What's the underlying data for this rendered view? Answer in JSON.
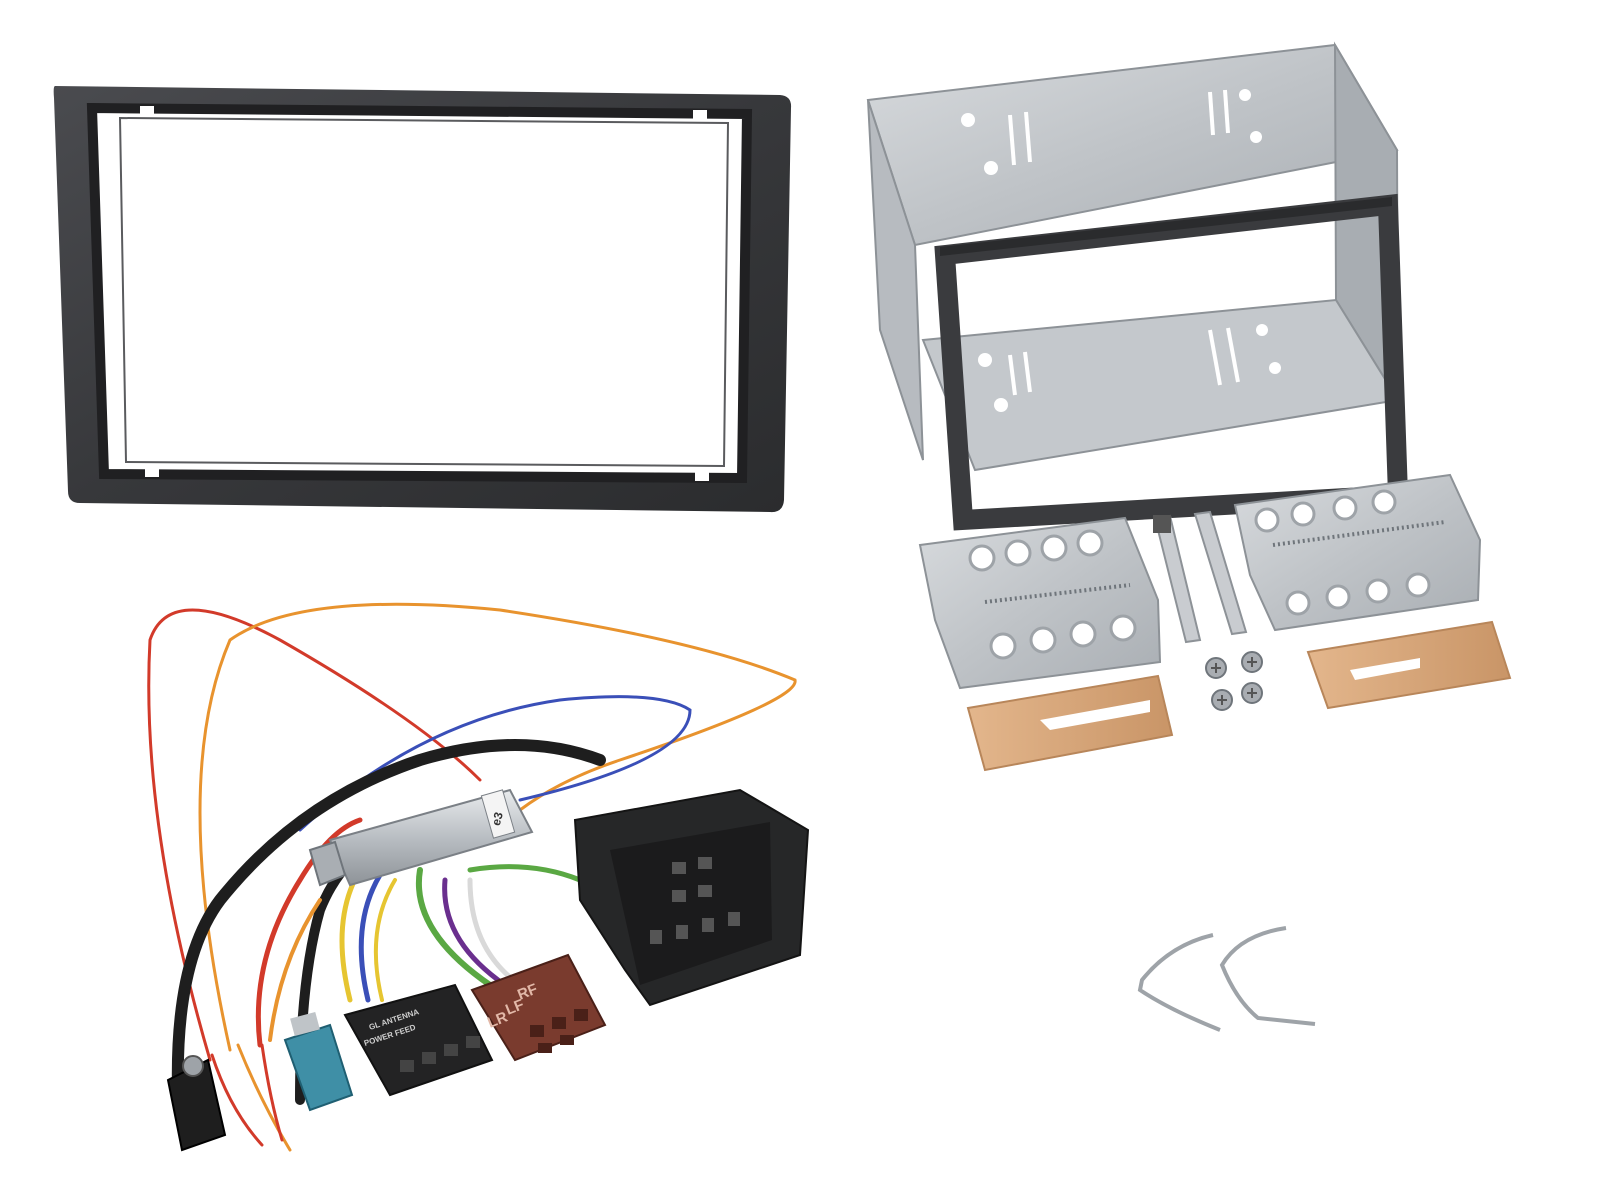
{
  "connector_labels": {
    "power_plug_line1": "GL ANTENNA",
    "power_plug_line2": "POWER FEED",
    "speaker_plug_rf": "RF",
    "speaker_plug_lf": "LF",
    "speaker_plug_lr": "LR",
    "antenna_adapter_mark": "e3"
  },
  "colors": {
    "background": "#ffffff",
    "fascia": "#3c3d40",
    "metal": "#c9ccd0",
    "metal_dark": "#9ea3a8",
    "copper_clip": "#d9a97c",
    "black_plastic": "#222324",
    "brown_plastic": "#7a3b2e",
    "teal_connector": "#3f8fa6",
    "wire_red": "#d23a2a",
    "wire_orange": "#e8932e",
    "wire_blue": "#3a4fb8",
    "wire_yellow": "#e6c531",
    "wire_green": "#5aa843",
    "wire_black": "#1e1e1e"
  },
  "icons": [
    "fascia-panel",
    "mounting-cage",
    "side-bracket",
    "release-key",
    "screw-icon",
    "wiring-harness",
    "iso-connector",
    "antenna-adapter",
    "removal-tool"
  ]
}
